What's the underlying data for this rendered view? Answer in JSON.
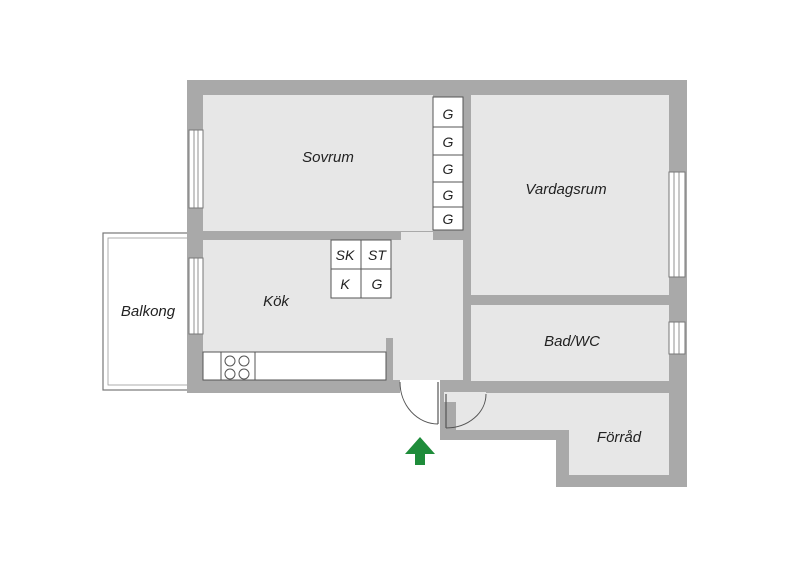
{
  "rooms": {
    "sovrum": "Sovrum",
    "vardagsrum": "Vardagsrum",
    "kok": "Kök",
    "balkong": "Balkong",
    "bad_wc": "Bad/WC",
    "forrad": "Förråd"
  },
  "cabinets": {
    "g1": "G",
    "g2": "G",
    "g3": "G",
    "g4": "G",
    "g5": "G",
    "sk": "SK",
    "st": "ST",
    "k": "K",
    "g6": "G"
  },
  "colors": {
    "wall": "#a9a9a9",
    "wall_edge": "#8c8c8c",
    "floor": "#e7e7e7",
    "entrance_arrow": "#1e8c3a",
    "line": "#555555"
  },
  "icons": {
    "entrance": "entrance-arrow-icon",
    "stove": "stove-icon"
  }
}
